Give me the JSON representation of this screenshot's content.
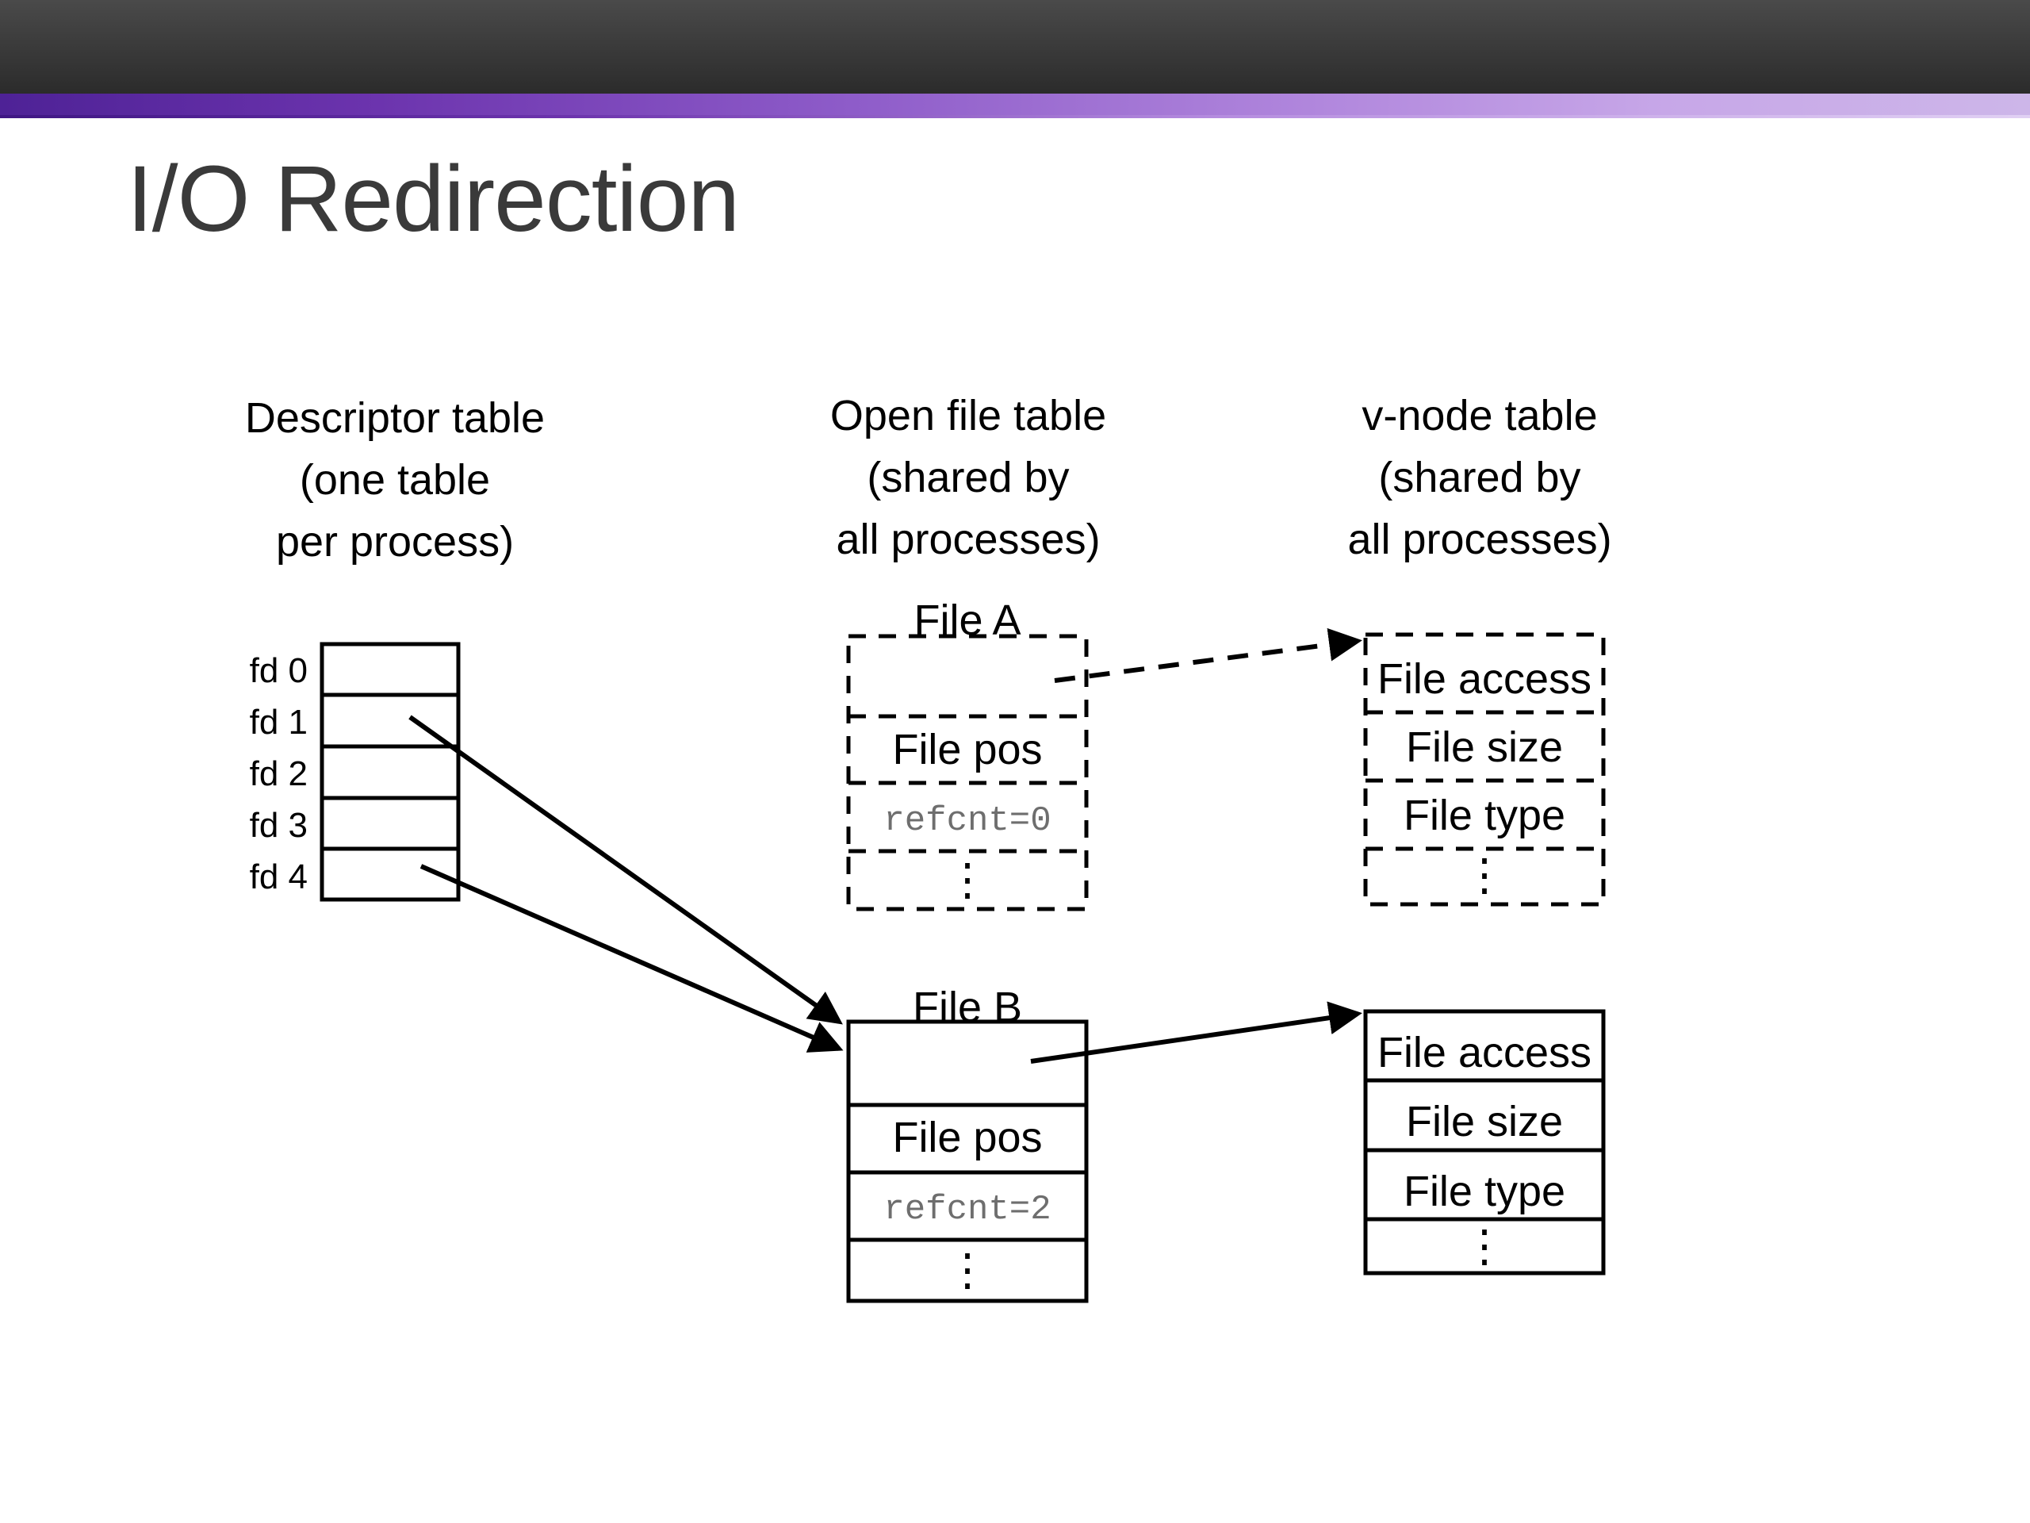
{
  "slide": {
    "title": "I/O Redirection",
    "title_color": "#3a3a3a",
    "accent_color_left": "#4e2296",
    "accent_color_right": "#cdb6e9",
    "header_color": "#333333",
    "background": "#ffffff"
  },
  "columns": [
    {
      "id": "descriptor",
      "line1": "Descriptor table",
      "line2": "(one table",
      "line3": "per process)"
    },
    {
      "id": "open-file",
      "line1": "Open file table",
      "line2": "(shared by",
      "line3": "all processes)"
    },
    {
      "id": "v-node",
      "line1": "v-node table",
      "line2": "(shared by",
      "line3": "all processes)"
    }
  ],
  "descriptor_table": {
    "rows": [
      {
        "label": "fd 0",
        "value": ""
      },
      {
        "label": "fd 1",
        "value": ""
      },
      {
        "label": "fd 2",
        "value": ""
      },
      {
        "label": "fd 3",
        "value": ""
      },
      {
        "label": "fd 4",
        "value": ""
      }
    ]
  },
  "open_file_entries": [
    {
      "id": "file-a",
      "caption": "File A",
      "style": "dashed",
      "cells": [
        {
          "text": "",
          "kind": "blank"
        },
        {
          "text": "File pos",
          "kind": "label"
        },
        {
          "text": "refcnt=0",
          "kind": "mono"
        },
        {
          "text": "⋮",
          "kind": "dots"
        }
      ]
    },
    {
      "id": "file-b",
      "caption": "File B",
      "style": "solid",
      "cells": [
        {
          "text": "",
          "kind": "blank"
        },
        {
          "text": "File pos",
          "kind": "label"
        },
        {
          "text": "refcnt=2",
          "kind": "mono"
        },
        {
          "text": "⋮",
          "kind": "dots"
        }
      ]
    }
  ],
  "vnode_entries": [
    {
      "id": "vnode-a",
      "style": "dashed",
      "cells": [
        {
          "text": "File access",
          "kind": "label"
        },
        {
          "text": "File size",
          "kind": "label"
        },
        {
          "text": "File type",
          "kind": "label"
        },
        {
          "text": "⋮",
          "kind": "dots"
        }
      ]
    },
    {
      "id": "vnode-b",
      "style": "solid",
      "cells": [
        {
          "text": "File access",
          "kind": "label"
        },
        {
          "text": "File size",
          "kind": "label"
        },
        {
          "text": "File type",
          "kind": "label"
        },
        {
          "text": "⋮",
          "kind": "dots"
        }
      ]
    }
  ],
  "connectors": [
    {
      "id": "fd1-to-fileb",
      "from": "fd 1",
      "to": "File B",
      "style": "solid"
    },
    {
      "id": "fd4-to-fileb",
      "from": "fd 4",
      "to": "File B",
      "style": "solid"
    },
    {
      "id": "filea-to-vnodea",
      "from": "File A",
      "to": "v-node A",
      "style": "dashed"
    },
    {
      "id": "fileb-to-vnodeb",
      "from": "File B",
      "to": "v-node B",
      "style": "solid"
    }
  ]
}
